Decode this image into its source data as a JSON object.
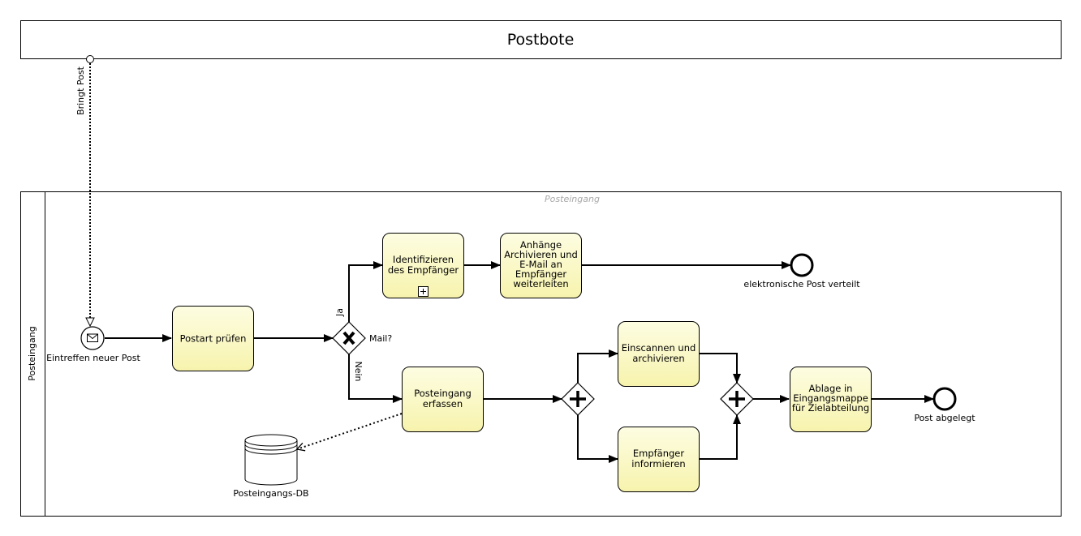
{
  "pools": {
    "postbote": {
      "title": "Postbote"
    },
    "posteingang": {
      "lane_label": "Posteingang",
      "title": "Posteingang"
    }
  },
  "message_flow": {
    "label": "Bringt Post"
  },
  "events": {
    "start": {
      "label": "Eintreffen neuer Post",
      "icon": "envelope-icon"
    },
    "end_electronic": {
      "label": "elektronische Post verteilt"
    },
    "end_filed": {
      "label": "Post abgelegt"
    }
  },
  "tasks": {
    "postart": {
      "lines": [
        "Postart prüfen"
      ]
    },
    "identifizieren": {
      "lines": [
        "Identifizieren",
        "des Empfänger"
      ],
      "marker": "subprocess-plus-icon"
    },
    "anhaenge": {
      "lines": [
        "Anhänge",
        "Archivieren und",
        "E-Mail an",
        "Empfänger",
        "weiterleiten"
      ]
    },
    "posteingang_erfassen": {
      "lines": [
        "Posteingang",
        "erfassen"
      ]
    },
    "einscannen": {
      "lines": [
        "Einscannen und",
        "archivieren"
      ]
    },
    "empfaenger": {
      "lines": [
        "Empfänger",
        "informieren"
      ]
    },
    "ablage": {
      "lines": [
        "Ablage in",
        "Eingangsmappe",
        "für Zielabteilung"
      ]
    }
  },
  "gateways": {
    "mail": {
      "label": "Mail?",
      "type": "exclusive",
      "yes": "Ja",
      "no": "Nein"
    },
    "split": {
      "type": "parallel"
    },
    "join": {
      "type": "parallel"
    }
  },
  "data_store": {
    "label": "Posteingangs-DB"
  },
  "colors": {
    "task_fill_top": "#fdfde0",
    "task_fill_bottom": "#f8f5b0",
    "stroke": "#000000",
    "lane_title": "#a8a8a8"
  }
}
